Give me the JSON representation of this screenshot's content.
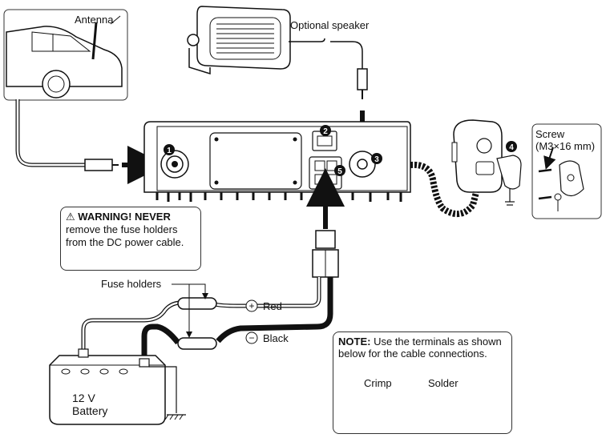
{
  "labels": {
    "antenna": "Antenna",
    "optional_speaker": "Optional speaker",
    "screw_line1": "Screw",
    "screw_line2": "(M3×16 mm)",
    "fuse_holders": "Fuse holders",
    "red": "Red",
    "black": "Black",
    "battery_line1": "12 V",
    "battery_line2": "Battery",
    "plus_symbol": "+",
    "minus_symbol": "−"
  },
  "warning": {
    "icon": "⚠",
    "title": "WARNING! NEVER",
    "body": "remove the fuse holders from the DC power cable."
  },
  "note": {
    "title": "NOTE:",
    "body": "Use the terminals as shown below for the cable connections.",
    "crimp": "Crimp",
    "solder": "Solder"
  },
  "callouts": [
    "1",
    "2",
    "3",
    "4",
    "5"
  ],
  "colors": {
    "line": "#111111",
    "fill_gray": "#d9d9d9",
    "cable_black": "#111111"
  }
}
